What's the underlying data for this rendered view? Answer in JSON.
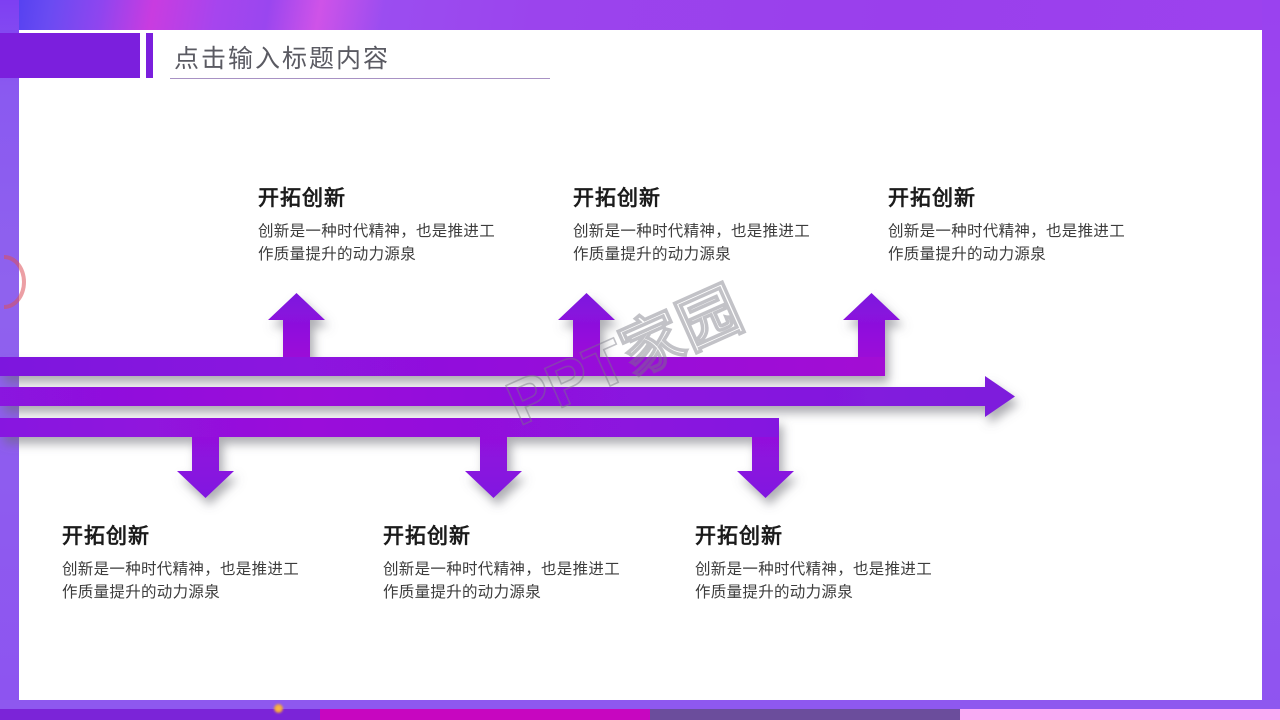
{
  "slide": {
    "header": {
      "title": "点击输入标题内容"
    },
    "watermark": "PPT家园",
    "palette": {
      "accent_purple": "#7b1fdd",
      "arrow_purple": "#8d15e0",
      "arrow_magenta": "#a50fd3",
      "title_gray": "#5a5a62",
      "body_gray": "#3c3c3c",
      "rule": "#a892c4"
    },
    "top_row": [
      {
        "heading": "开拓创新",
        "body": "创新是一种时代精神，也是推进工作质量提升的动力源泉"
      },
      {
        "heading": "开拓创新",
        "body": "创新是一种时代精神，也是推进工作质量提升的动力源泉"
      },
      {
        "heading": "开拓创新",
        "body": "创新是一种时代精神，也是推进工作质量提升的动力源泉"
      }
    ],
    "bottom_row": [
      {
        "heading": "开拓创新",
        "body": "创新是一种时代精神，也是推进工作质量提升的动力源泉"
      },
      {
        "heading": "开拓创新",
        "body": "创新是一种时代精神，也是推进工作质量提升的动力源泉"
      },
      {
        "heading": "开拓创新",
        "body": "创新是一种时代精神，也是推进工作质量提升的动力源泉"
      }
    ],
    "bottom_strip_colors": [
      "#7b24d8",
      "#c706c0",
      "#6b4d9c",
      "#fbaaf6"
    ]
  }
}
